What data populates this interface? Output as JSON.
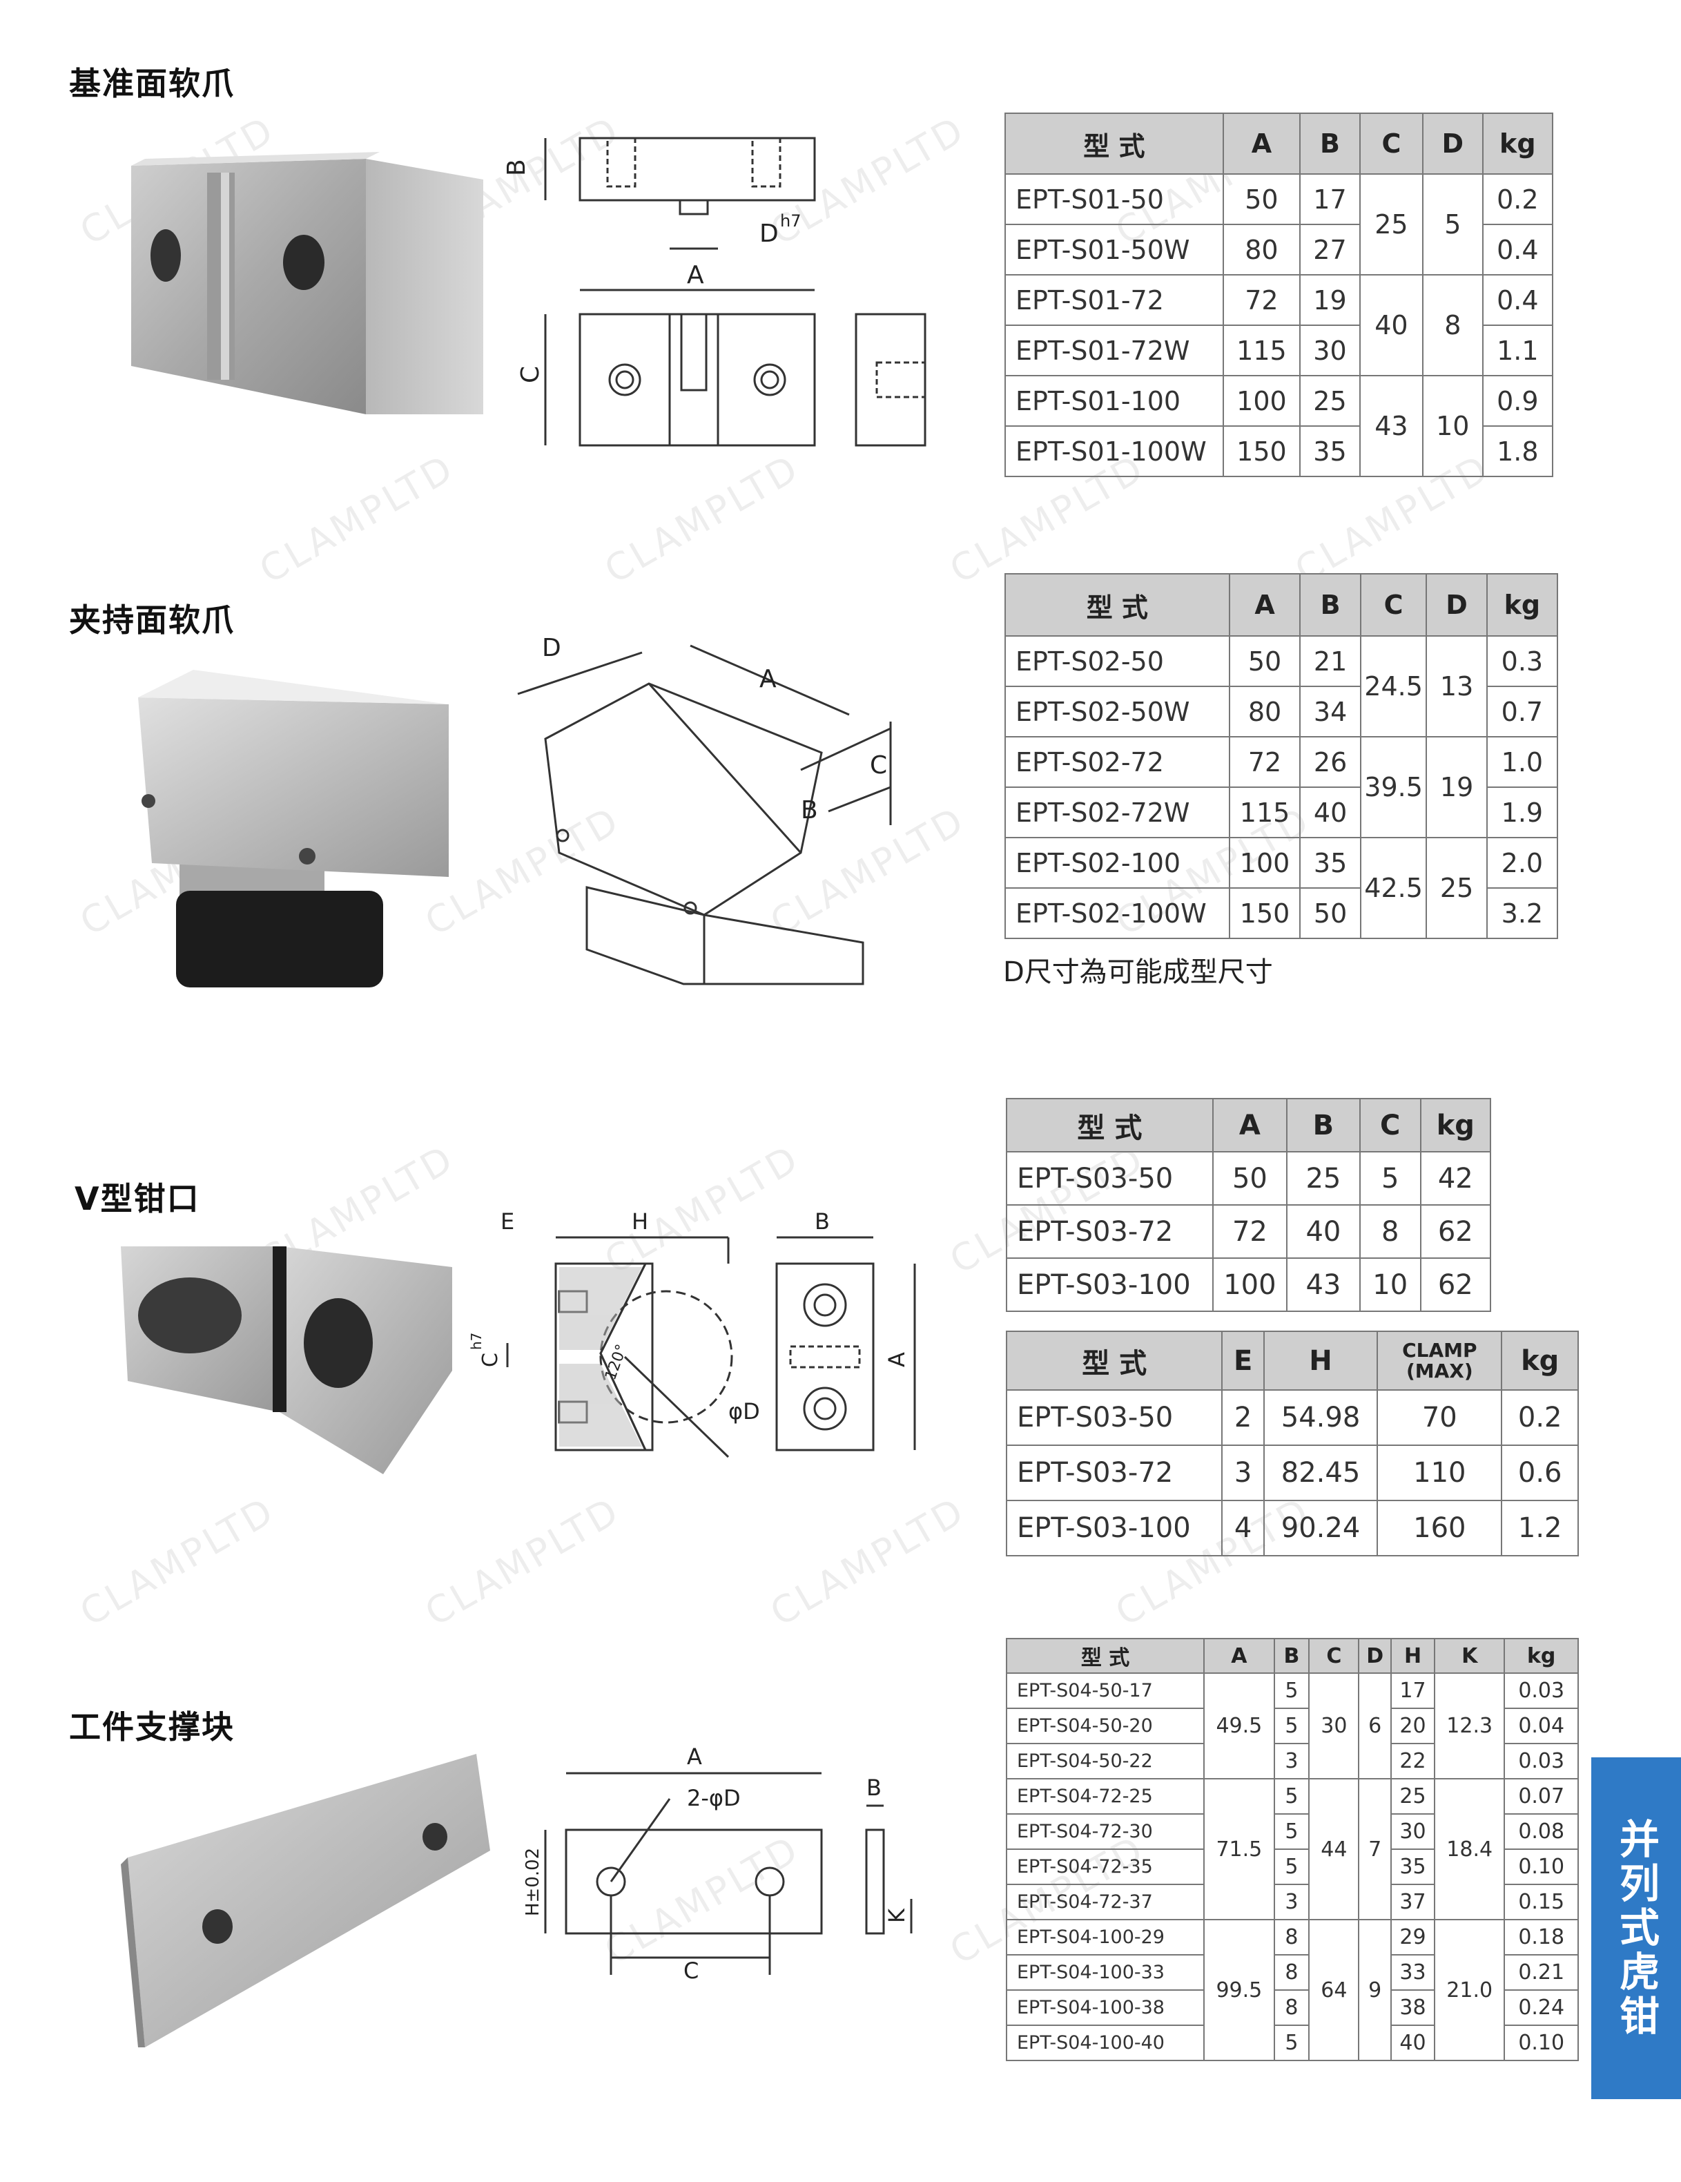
{
  "sections": {
    "s1": {
      "title": "基准面软爪"
    },
    "s2": {
      "title": "夹持面软爪"
    },
    "s3": {
      "title": "V型钳口"
    },
    "s4": {
      "title": "工件支撑块"
    }
  },
  "side_tab": {
    "label": "并列式虎钳"
  },
  "watermark": "CLAMPLTD",
  "drawing_labels": {
    "a": "A",
    "b": "B",
    "c": "C",
    "d": "D",
    "dh7": "D",
    "h7": "h7",
    "e": "E",
    "h": "H",
    "phid": "φD",
    "angle": "120°",
    "ch7": "C",
    "kk": "K",
    "h002": "H±0.02",
    "twophid": "2-φD"
  },
  "table1": {
    "headers": [
      "型 式",
      "A",
      "B",
      "C",
      "D",
      "kg"
    ],
    "rows": [
      {
        "model": "EPT-S01-50",
        "a": "50",
        "b": "17",
        "c": "25",
        "d": "5",
        "kg": "0.2"
      },
      {
        "model": "EPT-S01-50W",
        "a": "80",
        "b": "27",
        "kg": "0.4"
      },
      {
        "model": "EPT-S01-72",
        "a": "72",
        "b": "19",
        "c": "40",
        "d": "8",
        "kg": "0.4"
      },
      {
        "model": "EPT-S01-72W",
        "a": "115",
        "b": "30",
        "kg": "1.1"
      },
      {
        "model": "EPT-S01-100",
        "a": "100",
        "b": "25",
        "c": "43",
        "d": "10",
        "kg": "0.9"
      },
      {
        "model": "EPT-S01-100W",
        "a": "150",
        "b": "35",
        "kg": "1.8"
      }
    ]
  },
  "table2": {
    "headers": [
      "型 式",
      "A",
      "B",
      "C",
      "D",
      "kg"
    ],
    "rows": [
      {
        "model": "EPT-S02-50",
        "a": "50",
        "b": "21",
        "c": "24.5",
        "d": "13",
        "kg": "0.3"
      },
      {
        "model": "EPT-S02-50W",
        "a": "80",
        "b": "34",
        "kg": "0.7"
      },
      {
        "model": "EPT-S02-72",
        "a": "72",
        "b": "26",
        "c": "39.5",
        "d": "19",
        "kg": "1.0"
      },
      {
        "model": "EPT-S02-72W",
        "a": "115",
        "b": "40",
        "kg": "1.9"
      },
      {
        "model": "EPT-S02-100",
        "a": "100",
        "b": "35",
        "c": "42.5",
        "d": "25",
        "kg": "2.0"
      },
      {
        "model": "EPT-S02-100W",
        "a": "150",
        "b": "50",
        "kg": "3.2"
      }
    ],
    "note": "D尺寸為可能成型尺寸"
  },
  "table3": {
    "headers": [
      "型 式",
      "A",
      "B",
      "C",
      "kg"
    ],
    "rows": [
      {
        "model": "EPT-S03-50",
        "a": "50",
        "b": "25",
        "c": "5",
        "kg": "42"
      },
      {
        "model": "EPT-S03-72",
        "a": "72",
        "b": "40",
        "c": "8",
        "kg": "62"
      },
      {
        "model": "EPT-S03-100",
        "a": "100",
        "b": "43",
        "c": "10",
        "kg": "62"
      }
    ]
  },
  "table4": {
    "headers": [
      "型 式",
      "E",
      "H",
      "CLAMP",
      "(MAX)",
      "kg"
    ],
    "rows": [
      {
        "model": "EPT-S03-50",
        "e": "2",
        "h": "54.98",
        "clamp": "70",
        "kg": "0.2"
      },
      {
        "model": "EPT-S03-72",
        "e": "3",
        "h": "82.45",
        "clamp": "110",
        "kg": "0.6"
      },
      {
        "model": "EPT-S03-100",
        "e": "4",
        "h": "90.24",
        "clamp": "160",
        "kg": "1.2"
      }
    ]
  },
  "table5": {
    "headers": [
      "型 式",
      "A",
      "B",
      "C",
      "D",
      "H",
      "K",
      "kg"
    ],
    "groups": [
      {
        "a": "49.5",
        "c": "30",
        "d": "6",
        "k": "12.3"
      },
      {
        "a": "71.5",
        "c": "44",
        "d": "7",
        "k": "18.4"
      },
      {
        "a": "99.5",
        "c": "64",
        "d": "9",
        "k": "21.0"
      }
    ],
    "rows": [
      {
        "model": "EPT-S04-50-17",
        "b": "5",
        "h": "17",
        "kg": "0.03"
      },
      {
        "model": "EPT-S04-50-20",
        "b": "5",
        "h": "20",
        "kg": "0.04"
      },
      {
        "model": "EPT-S04-50-22",
        "b": "3",
        "h": "22",
        "kg": "0.03"
      },
      {
        "model": "EPT-S04-72-25",
        "b": "5",
        "h": "25",
        "kg": "0.07"
      },
      {
        "model": "EPT-S04-72-30",
        "b": "5",
        "h": "30",
        "kg": "0.08"
      },
      {
        "model": "EPT-S04-72-35",
        "b": "5",
        "h": "35",
        "kg": "0.10"
      },
      {
        "model": "EPT-S04-72-37",
        "b": "3",
        "h": "37",
        "kg": "0.15"
      },
      {
        "model": "EPT-S04-100-29",
        "b": "8",
        "h": "29",
        "kg": "0.18"
      },
      {
        "model": "EPT-S04-100-33",
        "b": "8",
        "h": "33",
        "kg": "0.21"
      },
      {
        "model": "EPT-S04-100-38",
        "b": "8",
        "h": "38",
        "kg": "0.24"
      },
      {
        "model": "EPT-S04-100-40",
        "b": "5",
        "h": "40",
        "kg": "0.10"
      }
    ]
  }
}
